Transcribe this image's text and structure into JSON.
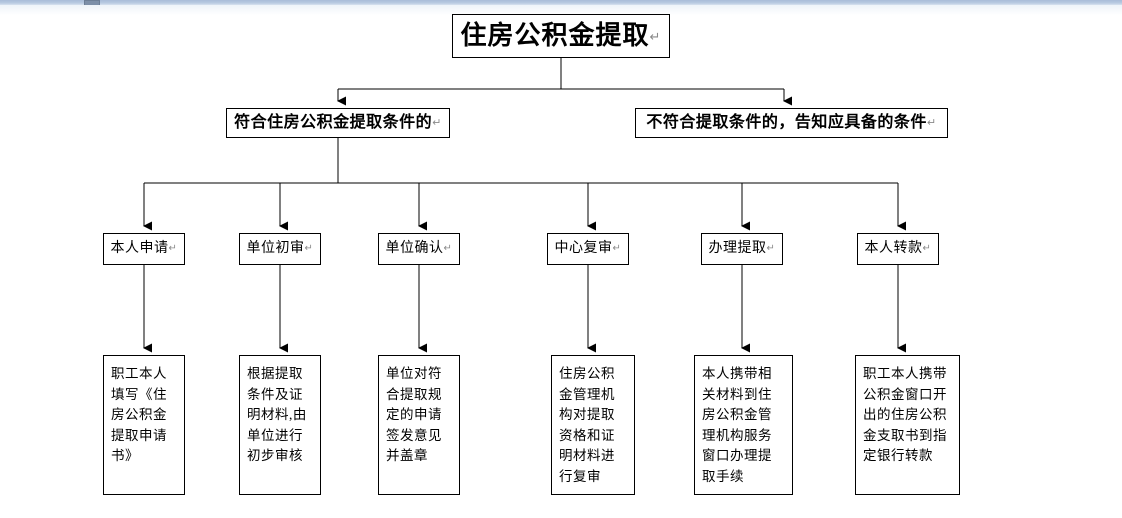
{
  "document": {
    "title": "住房公积金提取",
    "type": "flowchart"
  },
  "chrome": {
    "top_strip_color": "#a8bcd8",
    "tab_color": "#7d8fa8"
  },
  "style": {
    "line_color": "#000000",
    "box_border_color": "#000000",
    "box_fill": "#ffffff",
    "text_color": "#000000",
    "pilcrow_color": "#8a8a8a",
    "pilcrow_glyph": "↵"
  },
  "flow": {
    "root": {
      "label": "住房公积金提取",
      "mark": "↵"
    },
    "branches": [
      {
        "id": "eligible",
        "label": "符合住房公积金提取条件的",
        "mark": "↵"
      },
      {
        "id": "ineligible",
        "label": "不符合提取条件的，告知应具备的条件",
        "mark": "↵"
      }
    ],
    "steps": [
      {
        "id": "s1",
        "label": "本人申请",
        "mark": "↵",
        "detail": "职工本人填写《住房公积金提取申请书》"
      },
      {
        "id": "s2",
        "label": "单位初审",
        "mark": "↵",
        "detail": "根据提取条件及证明材料,由单位进行初步审核"
      },
      {
        "id": "s3",
        "label": "单位确认",
        "mark": "↵",
        "detail": "单位对符合提取规定的申请签发意见并盖章"
      },
      {
        "id": "s4",
        "label": "中心复审",
        "mark": "↵",
        "detail": "住房公积金管理机构对提取资格和证明材料进行复审"
      },
      {
        "id": "s5",
        "label": "办理提取",
        "mark": "↵",
        "detail": "本人携带相关材料到住房公积金管理机构服务窗口办理提取手续"
      },
      {
        "id": "s6",
        "label": "本人转款",
        "mark": "↵",
        "detail": "职工本人携带公积金窗口开出的住房公积金支取书到指定银行转款"
      }
    ]
  }
}
